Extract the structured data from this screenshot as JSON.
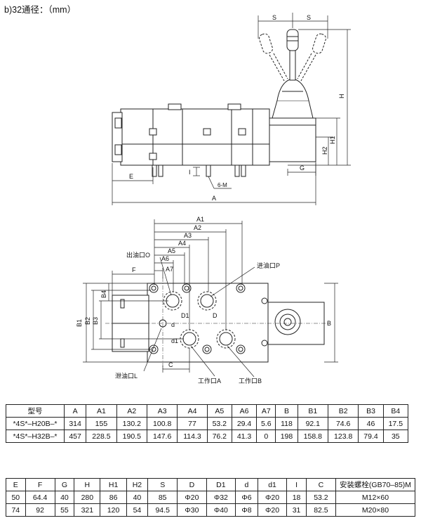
{
  "title": "b)32通径：（mm）",
  "side_view": {
    "dims": {
      "S_left": "S",
      "S_right": "S",
      "H": "H",
      "H1": "H1",
      "H2": "H2",
      "G": "G",
      "E": "E",
      "A": "A",
      "I": "I",
      "M": "6-M"
    }
  },
  "top_view": {
    "dims": {
      "A1": "A1",
      "A2": "A2",
      "A3": "A3",
      "A4": "A4",
      "A5": "A5",
      "A6": "A6",
      "A7": "A7",
      "F": "F",
      "C": "C",
      "B": "B",
      "B1": "B1",
      "B2": "B2",
      "B3": "B3",
      "B4": "B4",
      "D": "D",
      "D1": "D1",
      "d": "d",
      "d1": "d1"
    },
    "callouts": {
      "outlet_O": "出油口O",
      "inlet_P": "进油口P",
      "drain_L": "泄油口L",
      "work_A": "工作口A",
      "work_B": "工作口B"
    }
  },
  "table1": {
    "headers": [
      "型号",
      "A",
      "A1",
      "A2",
      "A3",
      "A4",
      "A5",
      "A6",
      "A7",
      "B",
      "B1",
      "B2",
      "B3",
      "B4"
    ],
    "rows": [
      [
        "*4S*–H20B–*",
        "314",
        "155",
        "130.2",
        "100.8",
        "77",
        "53.2",
        "29.4",
        "5.6",
        "118",
        "92.1",
        "74.6",
        "46",
        "17.5"
      ],
      [
        "*4S*–H32B–*",
        "457",
        "228.5",
        "190.5",
        "147.6",
        "114.3",
        "76.2",
        "41.3",
        "0",
        "198",
        "158.8",
        "123.8",
        "79.4",
        "35"
      ]
    ]
  },
  "table2": {
    "headers": [
      "E",
      "F",
      "G",
      "H",
      "H1",
      "H2",
      "S",
      "D",
      "D1",
      "d",
      "d1",
      "I",
      "C",
      "安装螺栓(GB70–85)M"
    ],
    "rows": [
      [
        "50",
        "64.4",
        "40",
        "280",
        "86",
        "40",
        "85",
        "Φ20",
        "Φ32",
        "Φ6",
        "Φ20",
        "18",
        "53.2",
        "M12×60"
      ],
      [
        "74",
        "92",
        "55",
        "321",
        "120",
        "54",
        "94.5",
        "Φ30",
        "Φ40",
        "Φ8",
        "Φ20",
        "31",
        "82.5",
        "M20×80"
      ]
    ]
  }
}
